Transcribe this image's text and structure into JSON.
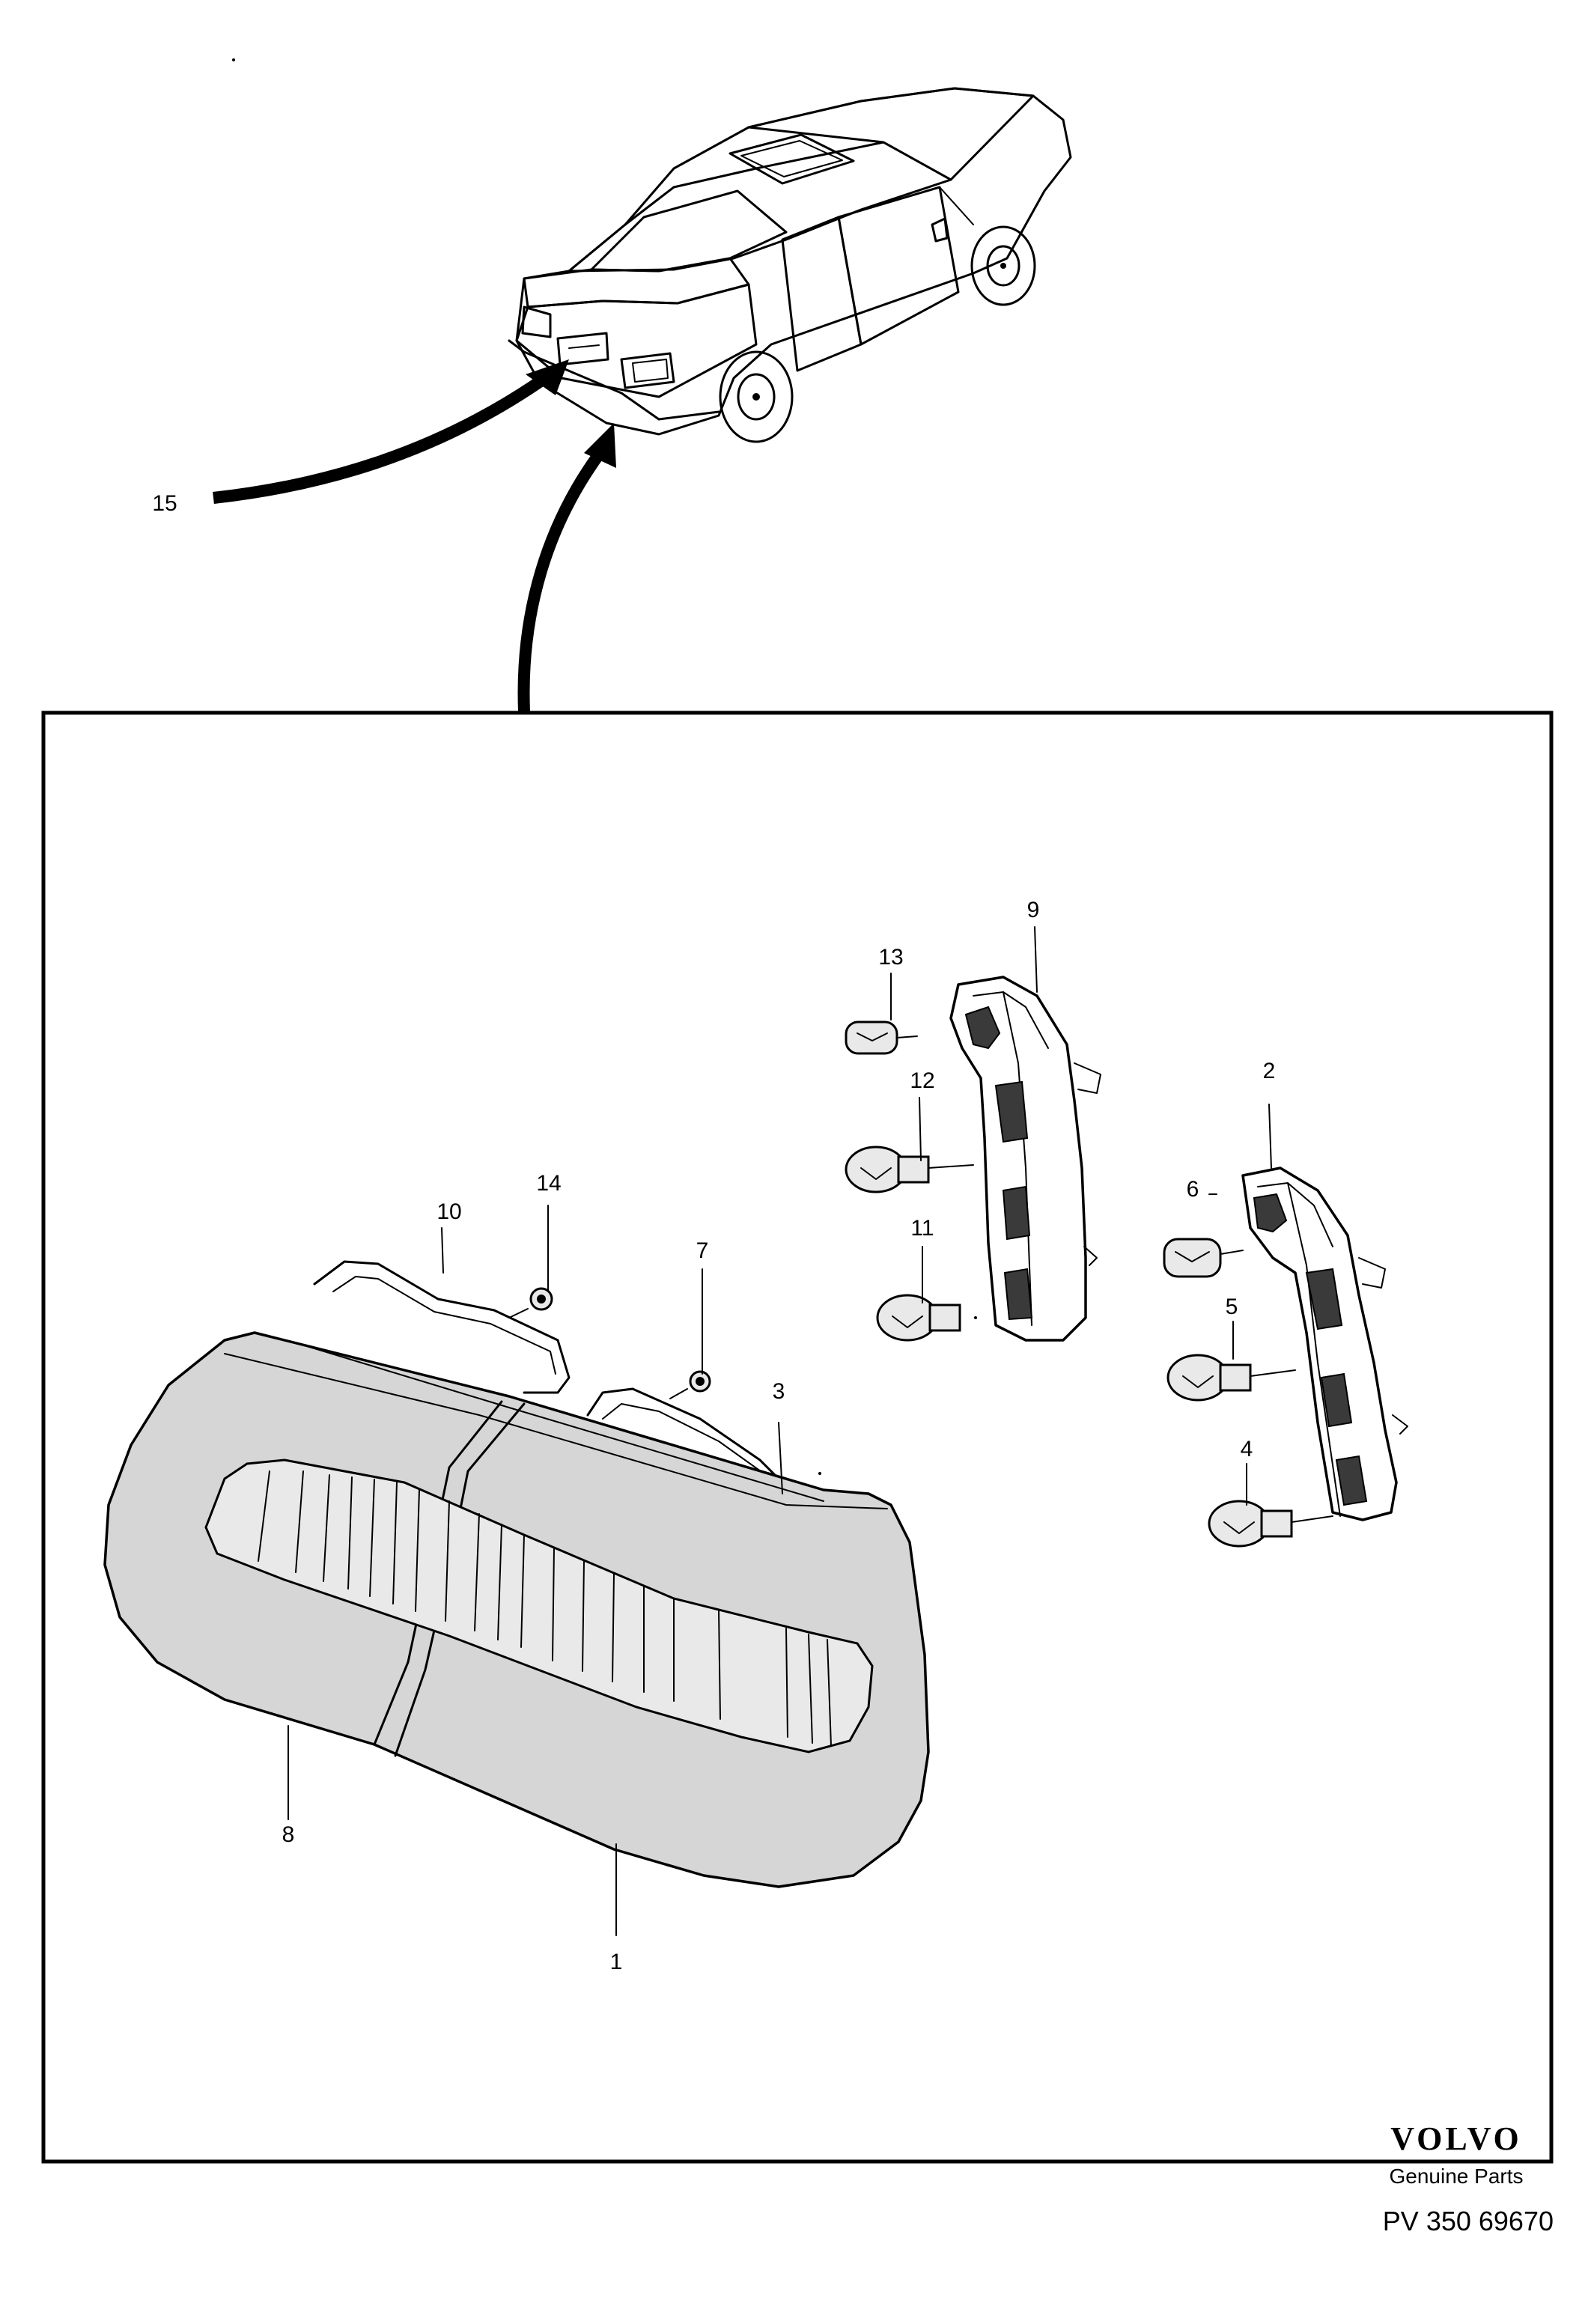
{
  "diagram": {
    "callouts": [
      {
        "id": "1",
        "label": "1"
      },
      {
        "id": "2",
        "label": "2"
      },
      {
        "id": "3",
        "label": "3"
      },
      {
        "id": "4",
        "label": "4"
      },
      {
        "id": "5",
        "label": "5"
      },
      {
        "id": "6",
        "label": "6"
      },
      {
        "id": "7",
        "label": "7"
      },
      {
        "id": "8",
        "label": "8"
      },
      {
        "id": "9",
        "label": "9"
      },
      {
        "id": "10",
        "label": "10"
      },
      {
        "id": "11",
        "label": "11"
      },
      {
        "id": "12",
        "label": "12"
      },
      {
        "id": "13",
        "label": "13"
      },
      {
        "id": "14",
        "label": "14"
      },
      {
        "id": "15",
        "label": "15"
      }
    ]
  },
  "brand": {
    "logo_text": "VOLVO",
    "subtitle": "Genuine Parts"
  },
  "reference": "PV 350 69670",
  "colors": {
    "line": "#000000",
    "lens_fill": "#d6d6d6",
    "background": "#ffffff"
  }
}
